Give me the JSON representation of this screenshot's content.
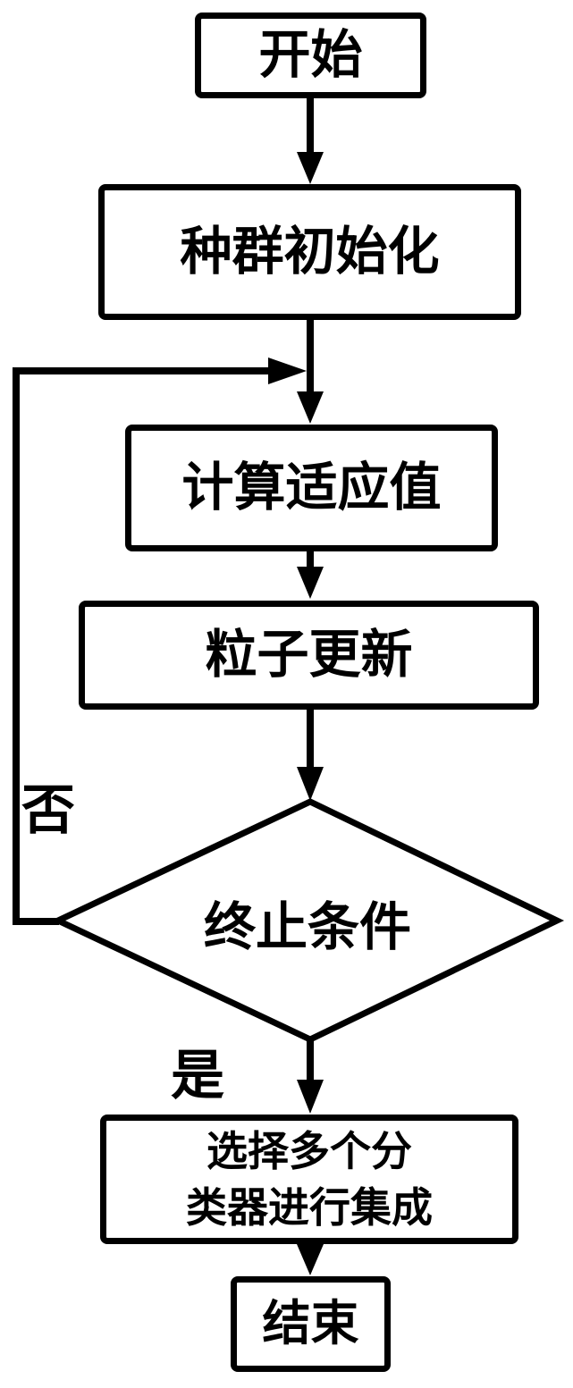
{
  "flowchart": {
    "colors": {
      "line": "#000000",
      "background": "#ffffff",
      "text": "#000000"
    },
    "nodes": {
      "start": {
        "label": "开始"
      },
      "init": {
        "label": "种群初始化"
      },
      "fitness": {
        "label": "计算适应值"
      },
      "update": {
        "label": "粒子更新"
      },
      "decision": {
        "label": "终止条件"
      },
      "ensemble": {
        "line1": "选择多个分",
        "line2": "类器进行集成"
      },
      "end": {
        "label": "结束"
      }
    },
    "branch_labels": {
      "no": "否",
      "yes": "是"
    }
  }
}
